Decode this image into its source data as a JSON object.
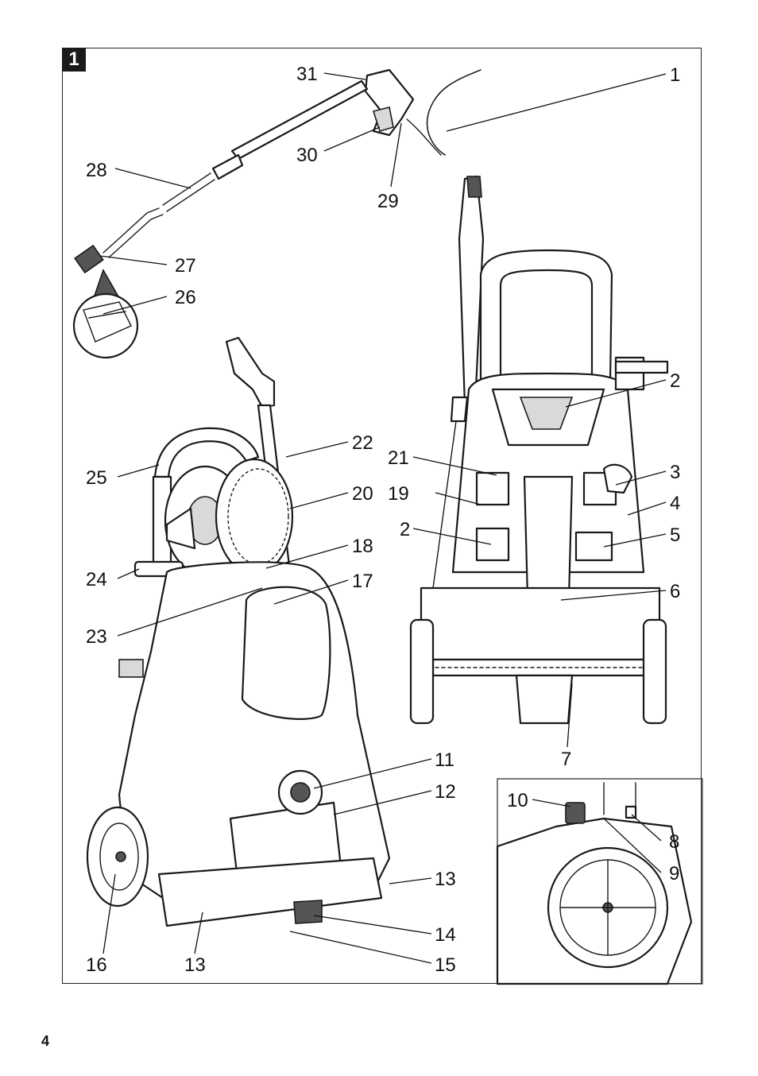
{
  "figure": {
    "number": "1"
  },
  "page": {
    "number": "4"
  },
  "callouts": {
    "c1": "1",
    "c2a": "2",
    "c2b": "2",
    "c3": "3",
    "c4": "4",
    "c5": "5",
    "c6": "6",
    "c7": "7",
    "c8": "8",
    "c9": "9",
    "c10": "10",
    "c11": "11",
    "c12": "12",
    "c13a": "13",
    "c13b": "13",
    "c14": "14",
    "c15": "15",
    "c16": "16",
    "c17": "17",
    "c18": "18",
    "c19": "19",
    "c20": "20",
    "c21": "21",
    "c22": "22",
    "c23": "23",
    "c24": "24",
    "c25": "25",
    "c26": "26",
    "c27": "27",
    "c28": "28",
    "c29": "29",
    "c30": "30",
    "c31": "31"
  },
  "colors": {
    "ink": "#111111",
    "paper": "#ffffff",
    "badge": "#1a1a1a"
  }
}
